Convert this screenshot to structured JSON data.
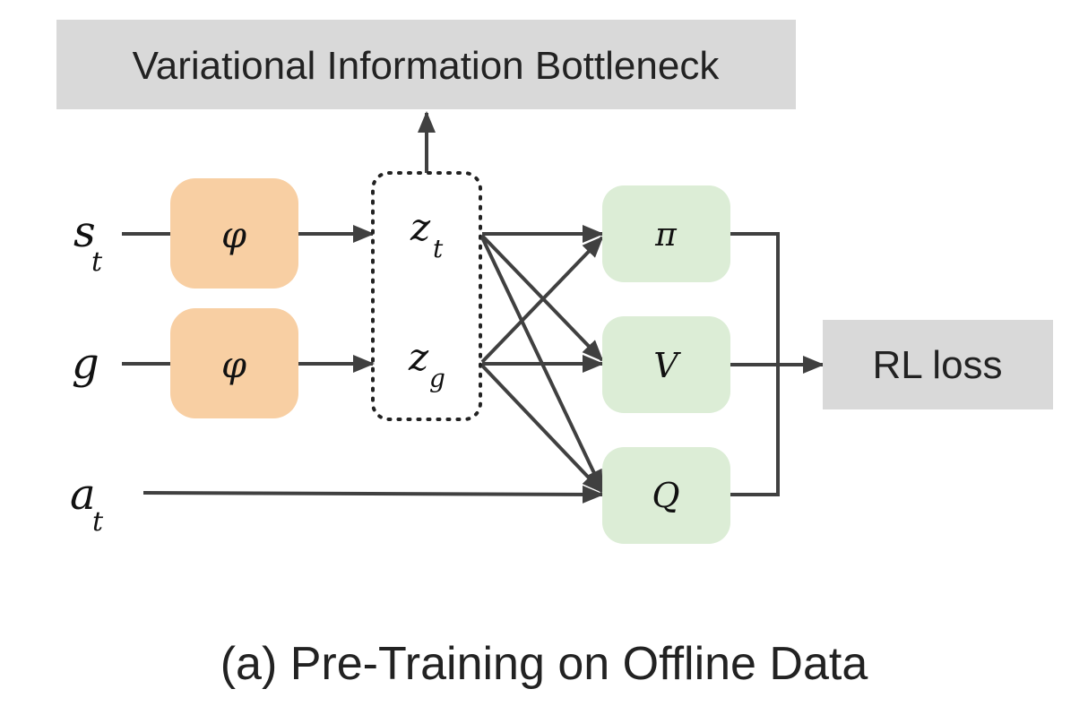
{
  "header_box": {
    "label": "Variational Information Bottleneck"
  },
  "rl_loss": {
    "label": "RL loss"
  },
  "inputs": {
    "s": {
      "base": "s",
      "sub": "t"
    },
    "g": {
      "base": "g"
    },
    "a": {
      "base": "a",
      "sub": "t"
    }
  },
  "encoders": {
    "top": "φ",
    "bottom": "φ"
  },
  "latents": {
    "zt": {
      "base": "z",
      "sub": "t"
    },
    "zg": {
      "base": "z",
      "sub": "g"
    }
  },
  "heads": {
    "pi": "π",
    "v": "V",
    "q": "Q"
  },
  "caption": "(a) Pre-Training on Offline Data",
  "colors": {
    "encoder_fill": "#f8cfa3",
    "head_fill": "#dcedd6",
    "gray_box": "#d9d9d9",
    "arrow": "#404040"
  }
}
